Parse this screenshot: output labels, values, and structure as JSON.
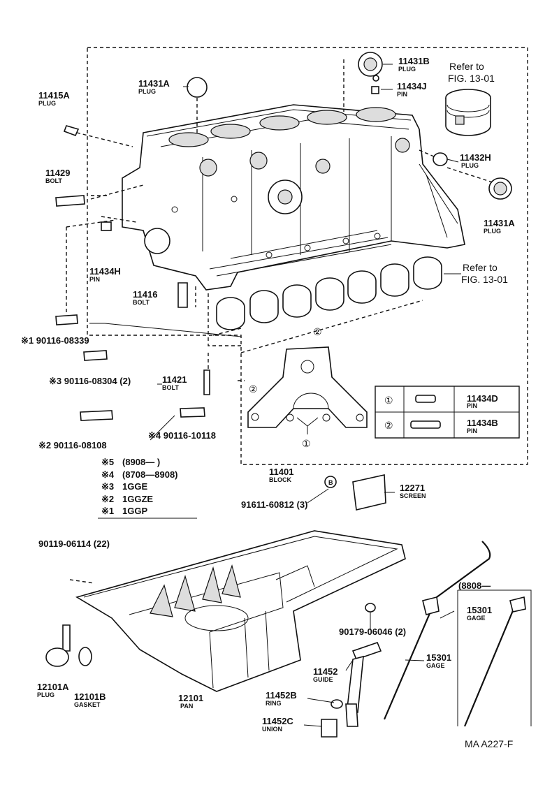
{
  "parts": {
    "plug_11431b": {
      "number": "11431B",
      "name": "PLUG"
    },
    "pin_11434j": {
      "number": "11434J",
      "name": "PIN"
    },
    "plug_11431a_top": {
      "number": "11431A",
      "name": "PLUG"
    },
    "plug_11415a": {
      "number": "11415A",
      "name": "PLUG"
    },
    "bolt_11429": {
      "number": "11429",
      "name": "BOLT"
    },
    "plug_11432h": {
      "number": "11432H",
      "name": "PLUG"
    },
    "plug_11431a_right": {
      "number": "11431A",
      "name": "PLUG"
    },
    "pin_11434h": {
      "number": "11434H",
      "name": "PIN"
    },
    "bolt_11416": {
      "number": "11416",
      "name": "BOLT"
    },
    "bolt_11421": {
      "number": "11421",
      "name": "BOLT"
    },
    "block_11401": {
      "number": "11401",
      "name": "BLOCK"
    },
    "screen_12271": {
      "number": "12271",
      "name": "SCREEN"
    },
    "pan_12101": {
      "number": "12101",
      "name": "PAN"
    },
    "plug_12101a": {
      "number": "12101A",
      "name": "PLUG"
    },
    "gasket_12101b": {
      "number": "12101B",
      "name": "GASKET"
    },
    "guide_11452": {
      "number": "11452",
      "name": "GUIDE"
    },
    "ring_11452b": {
      "number": "11452B",
      "name": "RING"
    },
    "union_11452c": {
      "number": "11452C",
      "name": "UNION"
    },
    "gage_15301": {
      "number": "15301",
      "name": "GAGE"
    },
    "gage_15301_inset": {
      "number": "15301",
      "name": "GAGE"
    }
  },
  "refs": {
    "piston_ref_line1": "Refer to",
    "piston_ref_line2": "FIG. 13-01",
    "bearing_ref_line1": "Refer to",
    "bearing_ref_line2": "FIG. 13-01"
  },
  "fasteners": {
    "f1": "※1 90116-08339",
    "f3": "※3 90116-08304 (2)",
    "f2": "※2 90116-08108",
    "f4": "※4 90116-10118",
    "bolt_91611": "91611-60812 (3)",
    "bolt_90119": "90119-06114 (22)",
    "nut_90179": "90179-06046 (2)"
  },
  "legend": [
    {
      "mark": "※5",
      "text": "(8908—     )"
    },
    {
      "mark": "※4",
      "text": "(8708—8908)"
    },
    {
      "mark": "※3",
      "text": "1GGE"
    },
    {
      "mark": "※2",
      "text": "1GGZE"
    },
    {
      "mark": "※1",
      "text": "1GGP"
    }
  ],
  "pin_table": [
    {
      "callout": "①",
      "number": "11434D",
      "name": "PIN"
    },
    {
      "callout": "②",
      "number": "11434B",
      "name": "PIN"
    }
  ],
  "callouts": {
    "c1": "①",
    "c2": "②",
    "c2b": "②",
    "c1b": "①",
    "b": "B"
  },
  "inset_range": "(8808—",
  "figure_code": "MA  A227-F"
}
